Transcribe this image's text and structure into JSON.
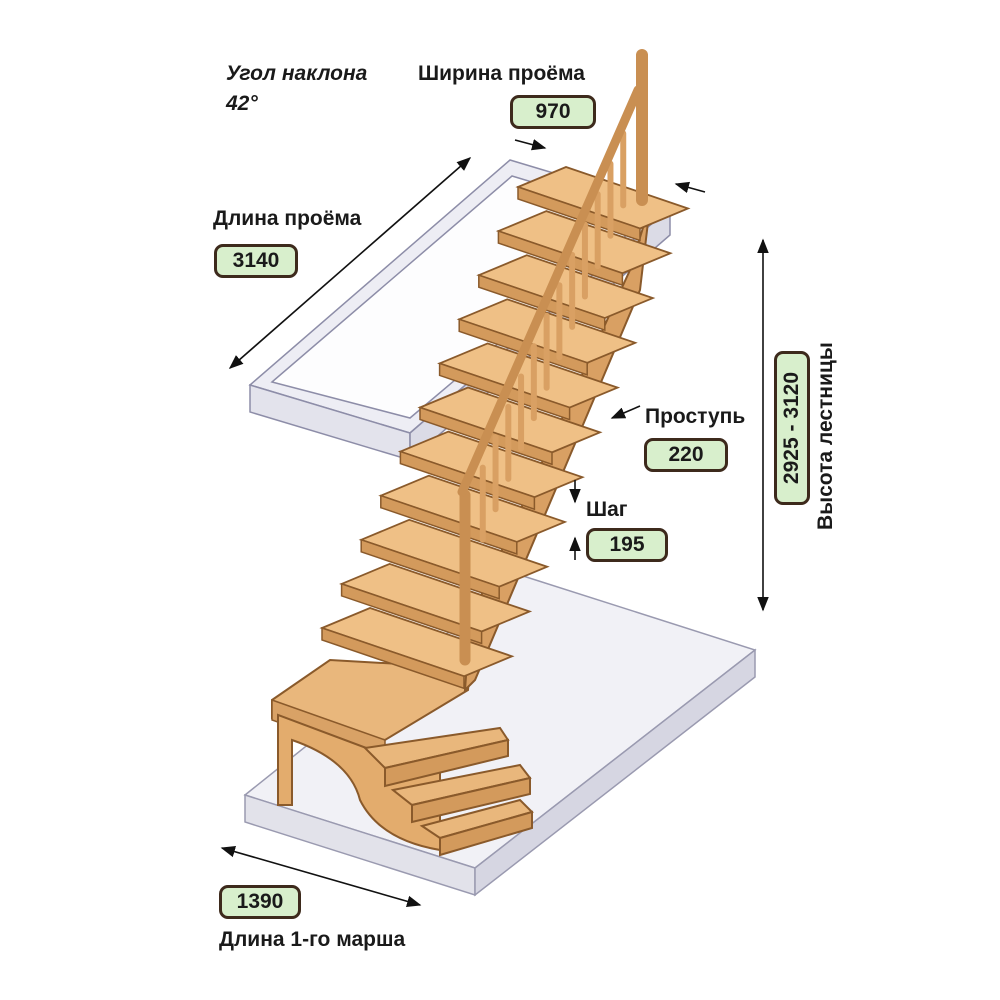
{
  "labels": {
    "angle_title": "Угол наклона",
    "angle_value": "42°",
    "opening_width": "Ширина проёма",
    "opening_length": "Длина проёма",
    "tread_depth": "Проступь",
    "step_rise": "Шаг",
    "stair_height": "Высота лестницы",
    "first_flight_length": "Длина 1-го марша"
  },
  "values": {
    "opening_width": "970",
    "opening_length": "3140",
    "tread_depth": "220",
    "step_rise": "195",
    "stair_height": "2925 - 3120",
    "first_flight_length": "1390"
  },
  "colors": {
    "badge_fill": "#d8efcc",
    "badge_border": "#3d2a1c",
    "wood": "#e9b77c",
    "wood_dark": "#c98f52",
    "glass": "#dcdcea"
  }
}
